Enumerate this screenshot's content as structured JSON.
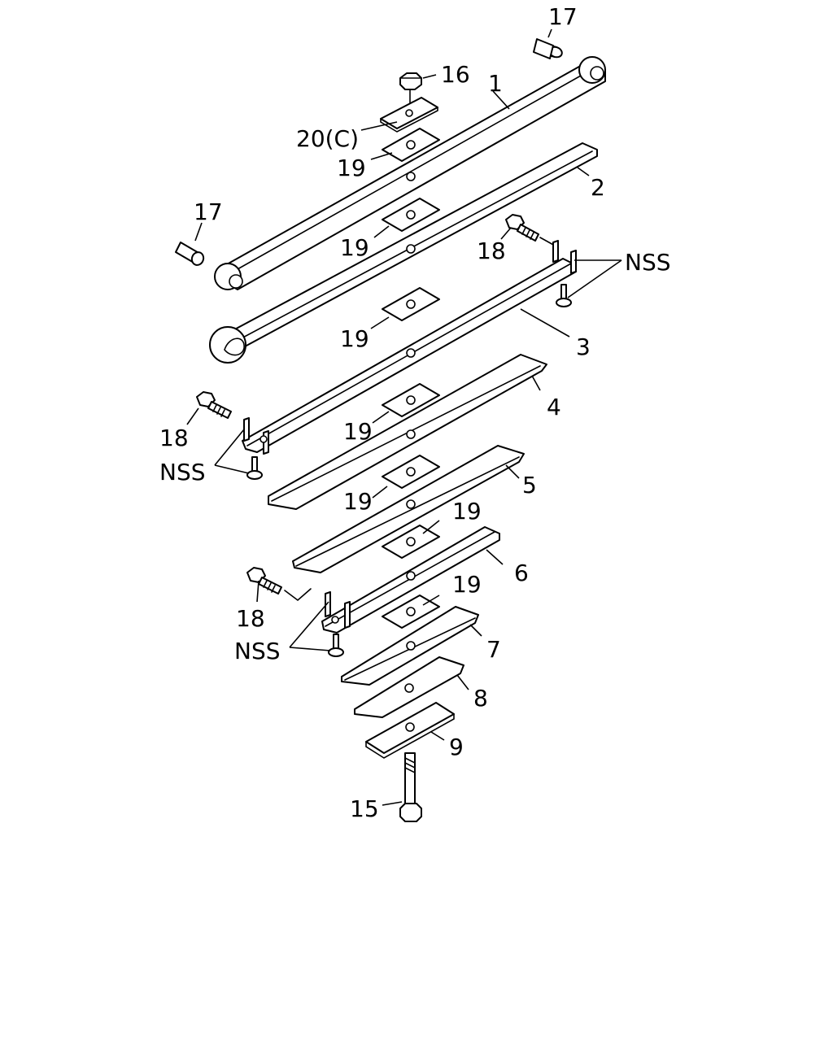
{
  "labels": {
    "p1": "1",
    "p2": "2",
    "p3": "3",
    "p4": "4",
    "p5": "5",
    "p6": "6",
    "p7": "7",
    "p8": "8",
    "p9": "9",
    "p15": "15",
    "p16": "16",
    "p17a": "17",
    "p17b": "17",
    "p18a": "18",
    "p18b": "18",
    "p18c": "18",
    "p19a": "19",
    "p19b": "19",
    "p19c": "19",
    "p19d": "19",
    "p19e": "19",
    "p19f": "19",
    "p19g": "19",
    "p20": "20(C)",
    "nss1": "NSS",
    "nss2": "NSS",
    "nss3": "NSS"
  }
}
